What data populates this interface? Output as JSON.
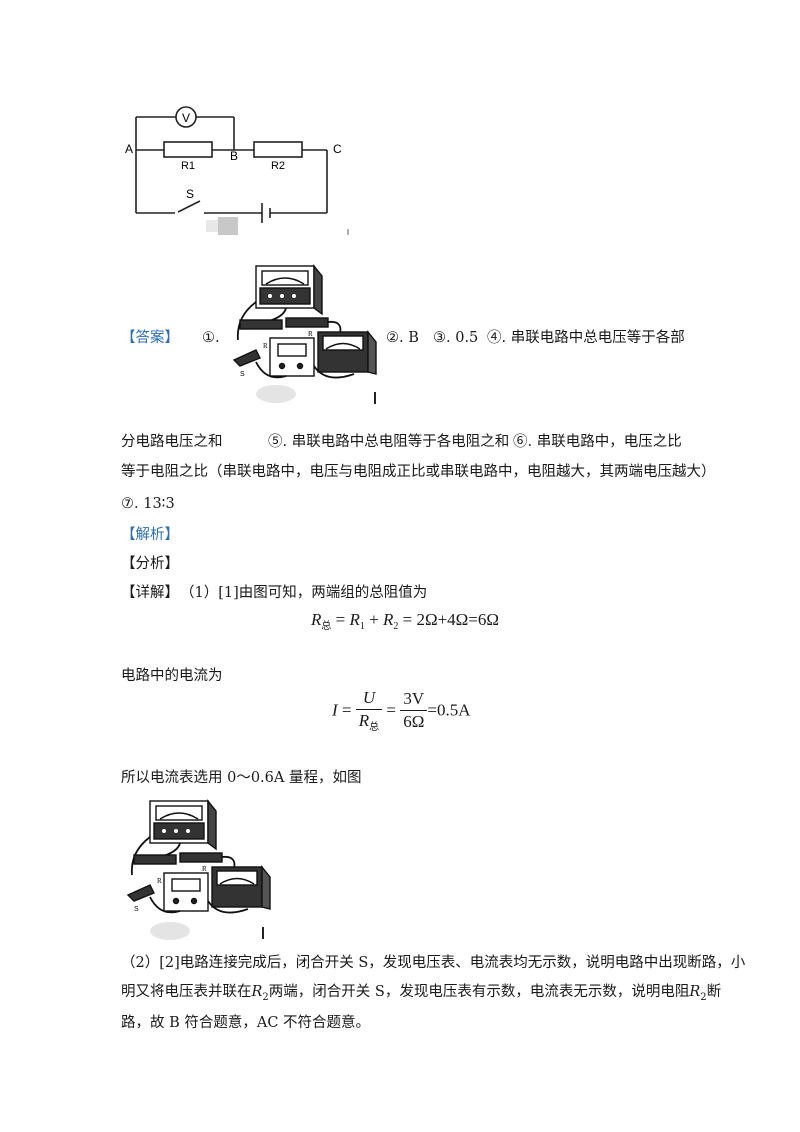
{
  "circuit": {
    "labels": {
      "a": "A",
      "b": "B",
      "c": "C",
      "v": "V",
      "r1": "R1",
      "r2": "R2",
      "s": "S"
    }
  },
  "answer": {
    "tag": "【答案】",
    "item1": "①.",
    "item2": "②. B",
    "item3": "③. 0.5",
    "item4": "④. 串联电路中总电压等于各部",
    "line2a": "分电路电压之和",
    "item5": "⑤. 串联电路中总电阻等于各电阻之和",
    "item6": "⑥. 串联电路中，电压之比",
    "line3": "等于电阻之比（串联电路中，电压与电阻成正比或串联电路中，电阻越大，其两端电压越大）",
    "item7": "⑦. 13∶3"
  },
  "analysis": {
    "jiexi": "【解析】",
    "fenxi": "【分析】",
    "xiangjie_tag": "【详解】",
    "xiangjie_text": "（1）[1]由图可知，两端组的总阻值为",
    "eq1": {
      "R": "R",
      "total_sub": "总",
      "eq": "=",
      "R1": "R",
      "sub1": "1",
      "plus": "+",
      "R2": "R",
      "sub2": "2",
      "rest": "= 2Ω+4Ω=6Ω"
    },
    "current_text": "电路中的电流为",
    "eq2": {
      "I": "I",
      "eq": "=",
      "num1": "U",
      "den_R": "R",
      "den_sub": "总",
      "eq2": "=",
      "num2": "3V",
      "den2": "6Ω",
      "rest": "=0.5A"
    },
    "ammeter_text": "所以电流表选用 0～0.6A 量程，如图",
    "para2_l1": "（2）[2]电路连接完成后，闭合开关 S，发现电压表、电流表均无示数，说明电路中出现断路，小",
    "para2_l2a": "明又将电压表并联在",
    "para2_l2R": "R",
    "para2_l2sub": "2",
    "para2_l2b": "两端，闭合开关 S，发现电压表有示数，电流表无示数，说明电阻",
    "para2_l2R2": "R",
    "para2_l2sub2": "2",
    "para2_l2c": "断",
    "para2_l3": "路，故 B 符合题意，AC 不符合题意。"
  }
}
